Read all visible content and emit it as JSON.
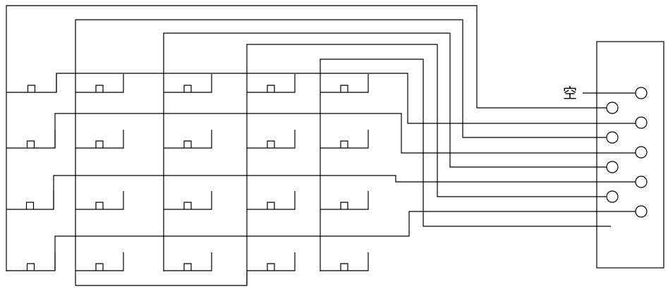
{
  "diagram": {
    "unused_pin_label": "空",
    "keypad": {
      "rows": 4,
      "cols": 5
    },
    "connector": {
      "pins": 9
    }
  }
}
